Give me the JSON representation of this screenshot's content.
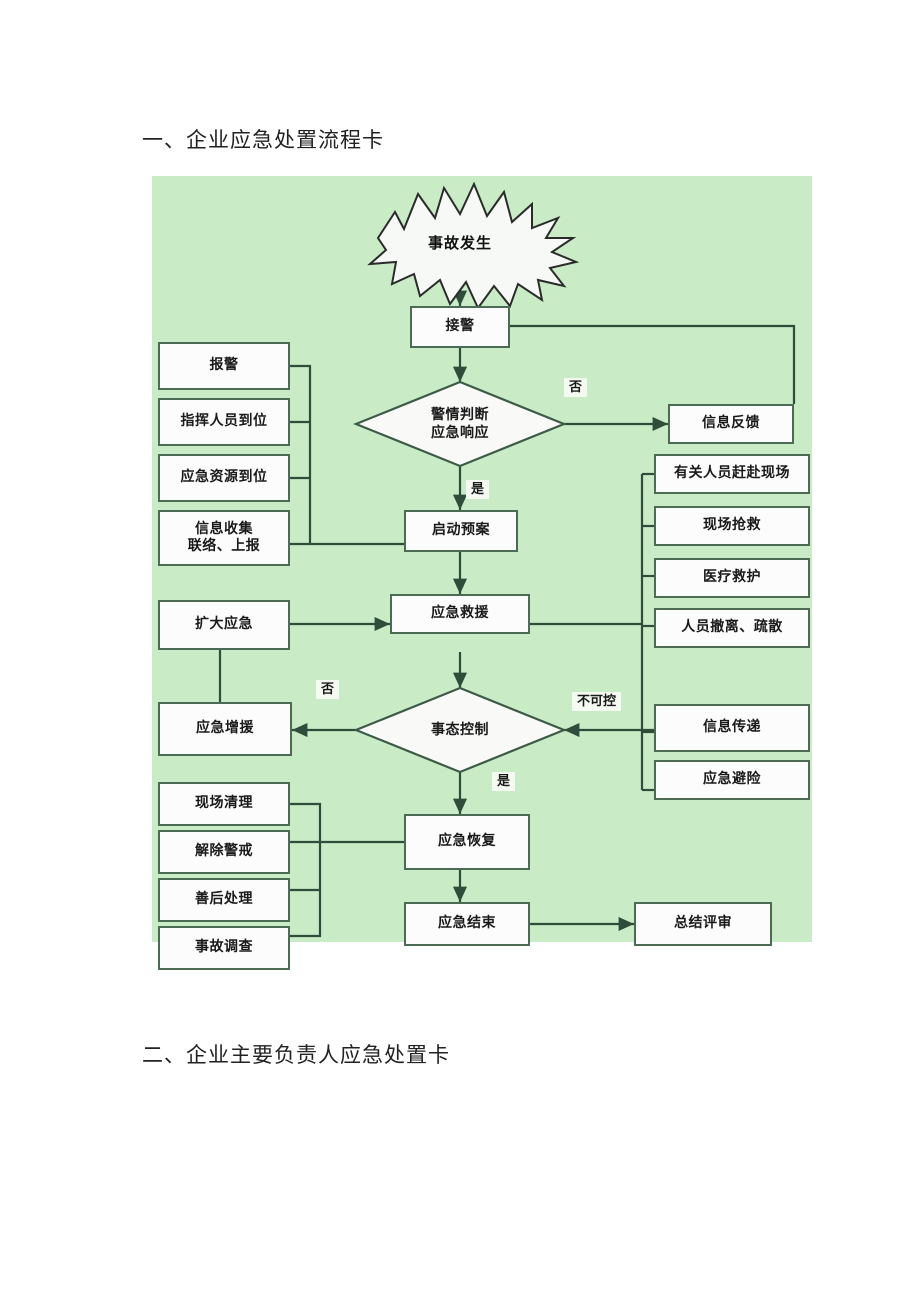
{
  "document": {
    "heading_1": "一、企业应急处置流程卡",
    "heading_2": "二、企业主要负责人应急处置卡"
  },
  "flowchart": {
    "background_color": "#c9ecc6",
    "node_fill": "#fbfcfb",
    "node_border": "#4c6b55",
    "nodes": {
      "incident": "事故发生",
      "receive_alarm": "接警",
      "judge": "警情判断\n应急响应",
      "judge_line1": "警情判断",
      "judge_line2": "应急响应",
      "info_feedback": "信息反馈",
      "activate_plan": "启动预案",
      "emergency_rescue": "应急救援",
      "situation_control": "事态控制",
      "emergency_recovery": "应急恢复",
      "emergency_end": "应急结束",
      "summary_review": "总结评审",
      "expand_emergency": "扩大应急",
      "emergency_reinforcement": "应急增援"
    },
    "left_group_upper": [
      "报警",
      "指挥人员到位",
      "应急资源到位"
    ],
    "left_group_upper_last_line1": "信息收集",
    "left_group_upper_last_line2": "联络、上报",
    "right_group": [
      "有关人员赶赴现场",
      "现场抢救",
      "医疗救护",
      "人员撤离、疏散",
      "信息传递",
      "应急避险"
    ],
    "left_group_lower": [
      "现场清理",
      "解除警戒",
      "善后处理",
      "事故调查"
    ],
    "edge_labels": {
      "judge_no": "否",
      "judge_yes": "是",
      "control_no": "否",
      "control_yes": "是",
      "control_uncontrollable": "不可控"
    }
  }
}
